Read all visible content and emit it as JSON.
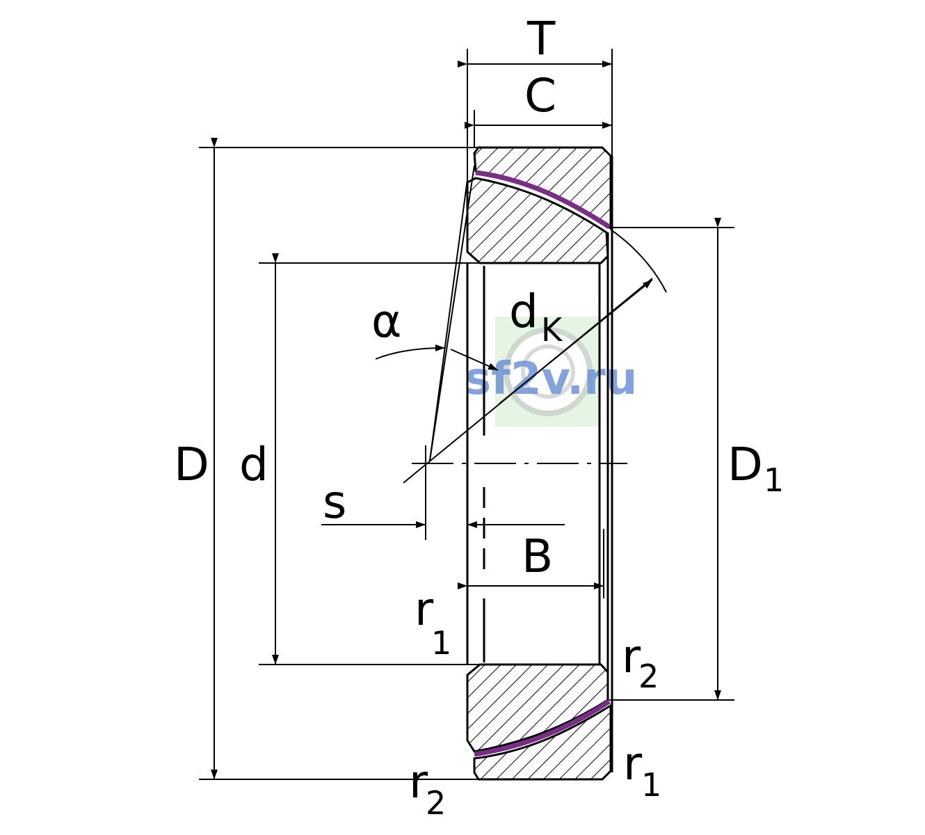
{
  "labels": {
    "T": "T",
    "C": "C",
    "D": "D",
    "d": "d",
    "D1_main": "D",
    "D1_sub": "1",
    "dK_main": "d",
    "dK_sub": "K",
    "alpha": "α",
    "s": "s",
    "B": "B",
    "r1_inner_main": "r",
    "r1_inner_sub": "1",
    "r2_right_main": "r",
    "r2_right_sub": "2",
    "r2_bottom_main": "r",
    "r2_bottom_sub": "2",
    "r1_bottom_main": "r",
    "r1_bottom_sub": "1"
  },
  "watermark": {
    "text": "sf2v.ru",
    "color": "#6f93d6",
    "badge_color": "#d6ecd2"
  },
  "colors": {
    "line": "#000000",
    "contact_surface": "#7a2d86",
    "hatch": "#000000"
  }
}
